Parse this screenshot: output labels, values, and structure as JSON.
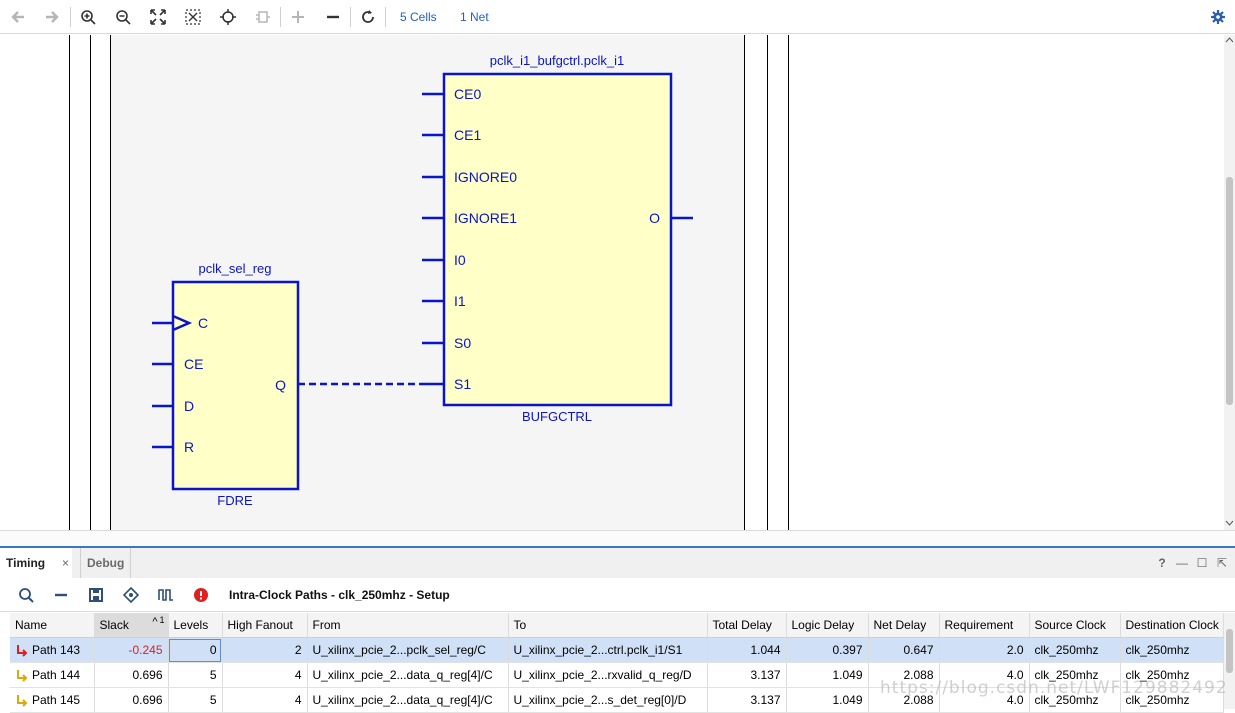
{
  "toolbar": {
    "buttons": [
      "back-icon",
      "forward-icon",
      "zoom-in-icon",
      "zoom-out-icon",
      "zoom-fit-icon",
      "fit-selection-icon",
      "autofit-icon",
      "regenerate-icon",
      "expand-icon",
      "collapse-icon",
      "reload-icon"
    ],
    "cells_link": "5 Cells",
    "nets_link": "1 Net",
    "settings": "gear-icon"
  },
  "schematic": {
    "bufg": {
      "instance": "pclk_i1_bufgctrl.pclk_i1",
      "type": "BUFGCTRL",
      "inputs": [
        "CE0",
        "CE1",
        "IGNORE0",
        "IGNORE1",
        "I0",
        "I1",
        "S0",
        "S1"
      ],
      "output": "O"
    },
    "reg": {
      "instance": "pclk_sel_reg",
      "type": "FDRE",
      "inputs": [
        "C",
        "CE",
        "D",
        "R"
      ],
      "output": "Q"
    },
    "colors": {
      "wire": "#0a14c8",
      "cell_fill": "#ffffc8",
      "bg_region": "#f5f5f5"
    }
  },
  "panel": {
    "tabs": {
      "timing": "Timing",
      "debug": "Debug"
    },
    "close_glyph": "×",
    "window_controls": {
      "help": "?",
      "minimize": "—",
      "restore": "☐",
      "float": "⇱"
    },
    "title": "Intra-Clock Paths - clk_250mhz - Setup",
    "toolbar_icons": [
      "search-icon",
      "collapse-all-icon",
      "save-icon",
      "filter-icon",
      "waveform-icon",
      "error-icon"
    ]
  },
  "table": {
    "headers": [
      "Name",
      "Slack",
      "Levels",
      "High Fanout",
      "From",
      "To",
      "Total Delay",
      "Logic Delay",
      "Net Delay",
      "Requirement",
      "Source Clock",
      "Destination Clock"
    ],
    "sort_indicator": "^",
    "sort_rank": "1",
    "rows": [
      {
        "name": "Path 143",
        "slack": "-0.245",
        "levels": "0",
        "fanout": "2",
        "from": "U_xilinx_pcie_2...pclk_sel_reg/C",
        "to": "U_xilinx_pcie_2...ctrl.pclk_i1/S1",
        "total": "1.044",
        "logic": "0.397",
        "net": "0.647",
        "req": "2.0",
        "src": "clk_250mhz",
        "dst": "clk_250mhz"
      },
      {
        "name": "Path 144",
        "slack": "0.696",
        "levels": "5",
        "fanout": "4",
        "from": "U_xilinx_pcie_2...data_q_reg[4]/C",
        "to": "U_xilinx_pcie_2...rxvalid_q_reg/D",
        "total": "3.137",
        "logic": "1.049",
        "net": "2.088",
        "req": "4.0",
        "src": "clk_250mhz",
        "dst": "clk_250mhz"
      },
      {
        "name": "Path 145",
        "slack": "0.696",
        "levels": "5",
        "fanout": "4",
        "from": "U_xilinx_pcie_2...data_q_reg[4]/C",
        "to": "U_xilinx_pcie_2...s_det_reg[0]/D",
        "total": "3.137",
        "logic": "1.049",
        "net": "2.088",
        "req": "4.0",
        "src": "clk_250mhz",
        "dst": "clk_250mhz"
      }
    ]
  },
  "watermark": "https://blog.csdn.net/LWF129882492"
}
